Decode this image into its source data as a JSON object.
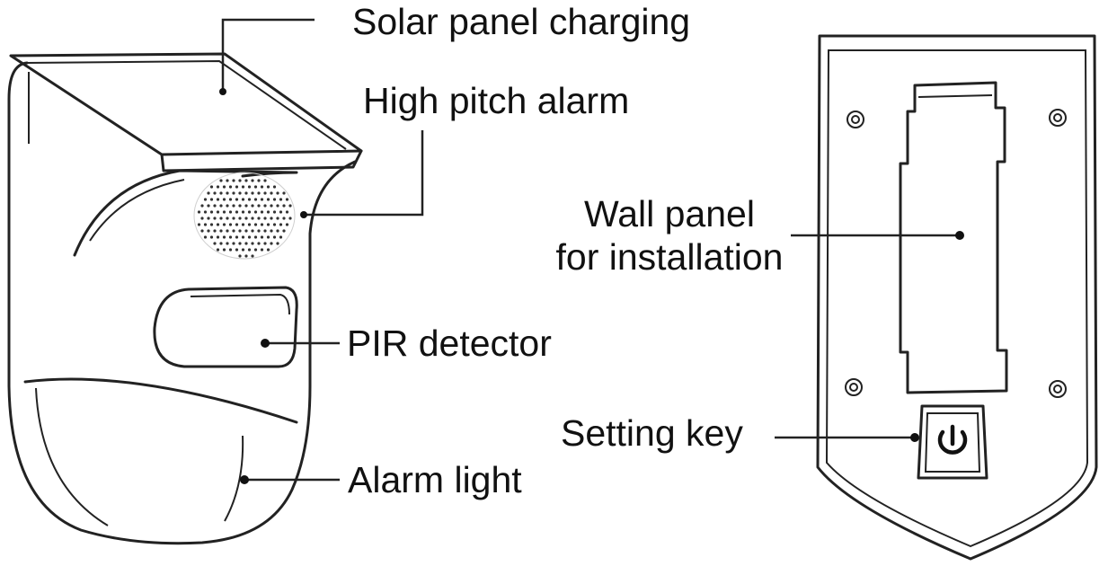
{
  "labels": {
    "solar_panel": "Solar panel charging",
    "high_pitch_alarm": "High pitch alarm",
    "pir_detector": "PIR detector",
    "alarm_light": "Alarm light",
    "wall_panel_line1": "Wall panel",
    "wall_panel_line2": "for installation",
    "setting_key": "Setting key"
  },
  "colors": {
    "line": "#222222",
    "background": "#ffffff"
  },
  "icons": {
    "setting_key": "power-icon"
  }
}
